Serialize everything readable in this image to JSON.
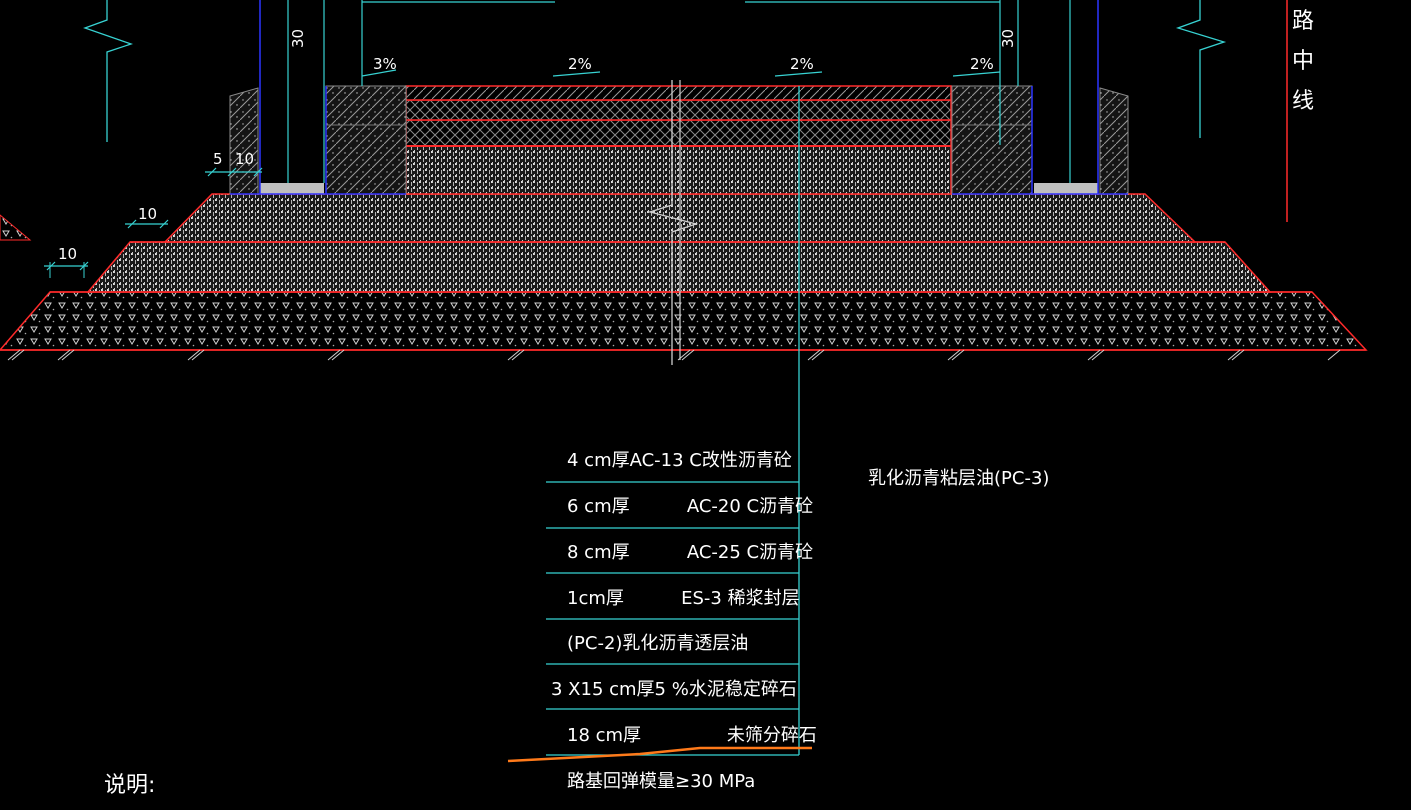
{
  "colors": {
    "background": "#000000",
    "cyan": "#37d2d2",
    "red": "#ff2a2a",
    "blue": "#2c35ff",
    "white": "#ffffff",
    "orange": "#ff7a1a",
    "gray": "#bfbfbf"
  },
  "drawing": {
    "center_label": [
      "路",
      "中",
      "线"
    ],
    "slopes": [
      "3%",
      "2%",
      "2%",
      "2%"
    ],
    "dims": {
      "d30_left": "30",
      "d30_right": "30",
      "d5": "5",
      "d10_a": "10",
      "d10_b": "10",
      "d10_c": "10"
    }
  },
  "layers": [
    "4 cm厚AC-13 C改性沥青砼",
    "6 cm厚          AC-20 C沥青砼",
    "8 cm厚          AC-25 C沥青砼",
    "1cm厚          ES-3 稀浆封层",
    "(PC-2)乳化沥青透层油",
    "3 X15 cm厚5 %水泥稳定碎石",
    "18 cm厚               未筛分碎石"
  ],
  "side_note": "乳化沥青粘层油(PC-3)",
  "subgrade_note": "路基回弹模量≥30 MPa",
  "note_label": "说明:"
}
